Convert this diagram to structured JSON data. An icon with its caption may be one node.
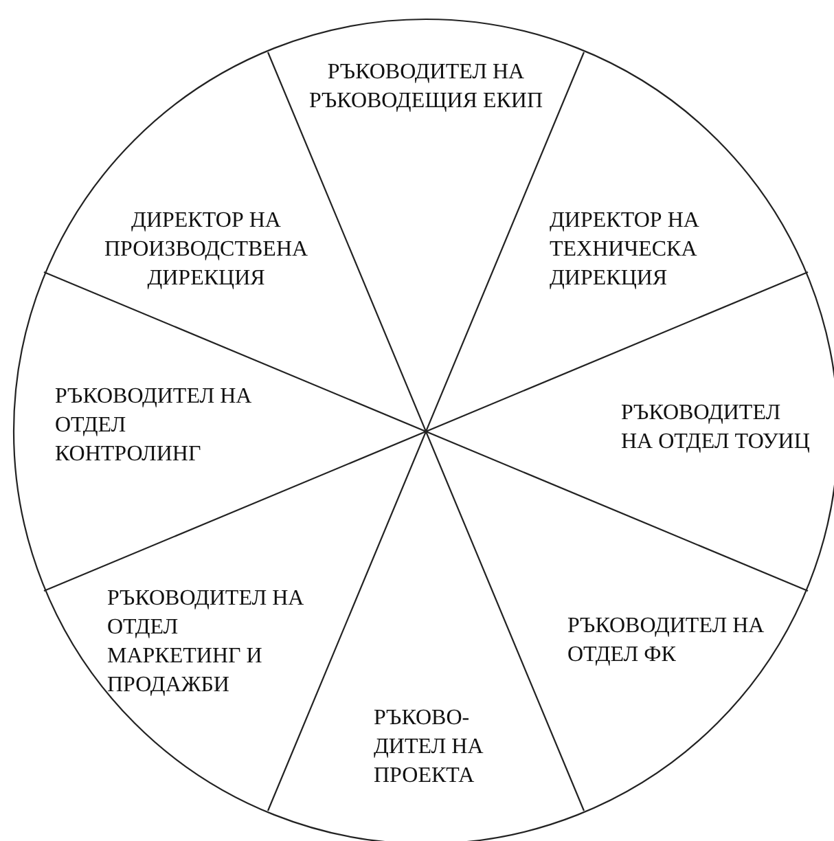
{
  "diagram": {
    "nodes": [
      {
        "text": [
          "РЪКОВОДИТЕЛ НА РЪКОВОДЕЩИЯ ЕКИП"
        ]
      },
      {
        "text": [
          "ДИРЕКТОР НА ПРОИЗВОДСТВЕНА ДИРЕКЦИЯ"
        ]
      },
      {
        "text": [
          "ДИРЕКТОР НА ТЕХНИЧЕСКА ДИРЕКЦИЯ"
        ]
      },
      {
        "text": [
          "РЪКОВОДИТЕЛ НА ОТДЕЛ КОНТРОЛИНГ"
        ]
      },
      {
        "text": [
          "РЪКОВОДИТЕЛ НА ОТДЕЛ ТОУИЦ"
        ]
      },
      {
        "text": [
          "РЪКОВОДИТЕЛ НА ОТДЕЛ МАРКЕТИНГ И ПРОДАЖБИ"
        ]
      },
      {
        "text": [
          "РЪКОВОДИТЕЛ НА ОТДЕЛ ФК"
        ]
      },
      {
        "text": [
          "РЪКОВО- ДИТЕЛ НА ПРОЕКТА"
        ]
      }
    ]
  }
}
